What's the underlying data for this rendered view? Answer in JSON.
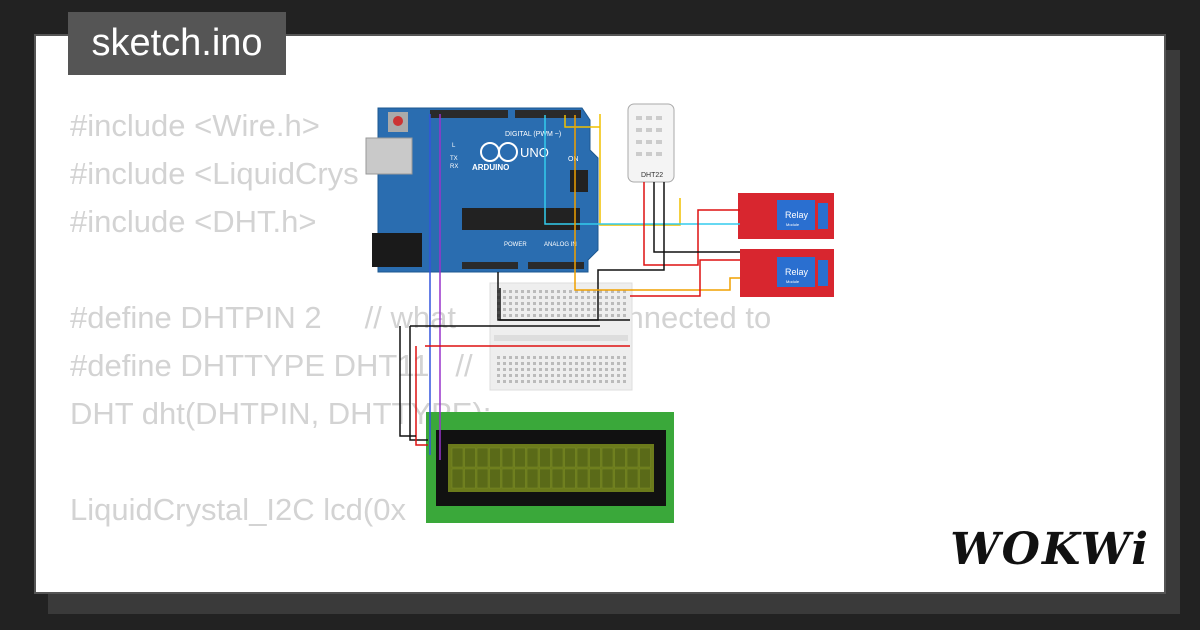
{
  "tab": {
    "title": "sketch.ino"
  },
  "code": {
    "lines": [
      "#include <Wire.h>",
      "#include <LiquidCrys",
      "#include <DHT.h>",
      "",
      "#define DHTPIN 2     // what                connected to",
      "#define DHTTYPE DHT11   //",
      "DHT dht(DHTPIN, DHTTYPE);",
      "",
      "LiquidCrystal_I2C lcd(0x",
      "",
      "                                  "
    ]
  },
  "circuit": {
    "arduino": {
      "brand": "ARDUINO",
      "model": "UNO",
      "digital_label": "DIGITAL (PWM ~)",
      "power_label": "POWER",
      "analog_label": "ANALOG IN",
      "on_label": "ON",
      "tx_label": "TX",
      "rx_label": "RX",
      "l_label": "L"
    },
    "sensor": {
      "label": "DHT22"
    },
    "relays": [
      {
        "label": "Relay",
        "sub": "Module"
      },
      {
        "label": "Relay",
        "sub": "Module"
      }
    ]
  },
  "brand": {
    "logo": "WOKWi"
  },
  "colors": {
    "background": "#222222",
    "card": "#ffffff",
    "tab": "#555555",
    "code_text": "#d3d3d3",
    "board": "#2a6db0",
    "relay": "#d8262f",
    "lcd_green": "#3aa83a",
    "lcd_screen": "#6b7a1b"
  }
}
